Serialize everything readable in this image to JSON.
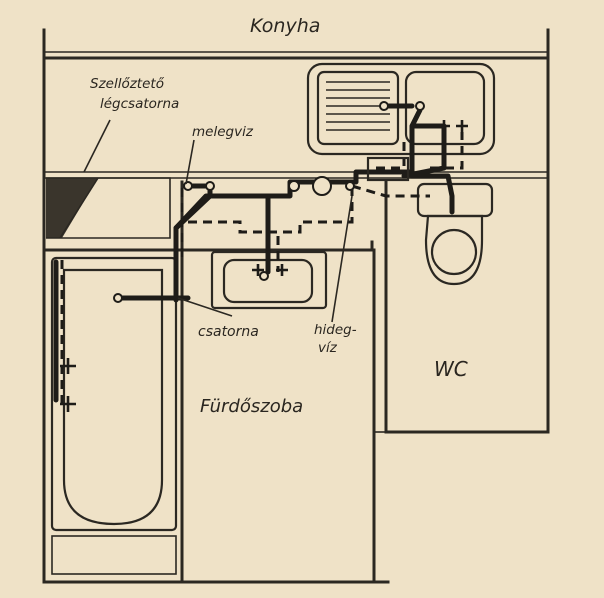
{
  "labels": {
    "kitchen": "Konyha",
    "ventilation_line1": "Szellőztető",
    "ventilation_line2": "légcsatorna",
    "hot_water": "melegviz",
    "drain": "csatorna",
    "cold_water_line1": "hideg-",
    "cold_water_line2": "víz",
    "wc": "WC",
    "bathroom": "Fürdőszoba"
  }
}
